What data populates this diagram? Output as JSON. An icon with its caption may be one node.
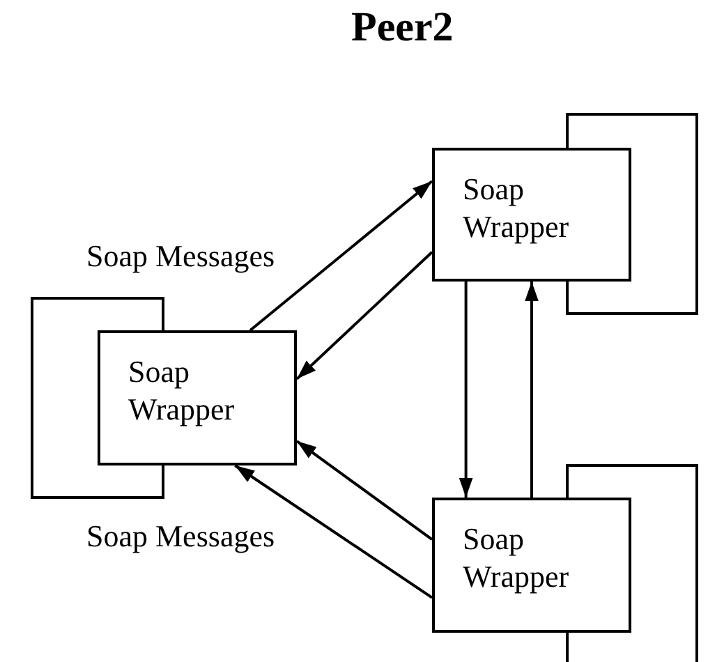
{
  "diagram": {
    "title": "Peer2",
    "nodes": [
      {
        "text": [],
        "shape": "box"
      },
      {
        "text": [
          "Soap Wrapper"
        ]
      },
      {
        "text": [],
        "shape": "box"
      },
      {
        "text": [
          "Soap Wrapper"
        ]
      },
      {
        "text": [],
        "shape": "box"
      },
      {
        "text": [
          "Soap Wrapper"
        ]
      }
    ],
    "edges": [
      {
        "from": 3,
        "to": 1,
        "arrow": "to"
      },
      {
        "from": 1,
        "to": 3,
        "arrow": "to"
      },
      {
        "from": 1,
        "to": 5,
        "arrow": "to"
      },
      {
        "from": 5,
        "to": 1,
        "arrow": "to"
      },
      {
        "from": 5,
        "to": 3,
        "arrow": "to"
      },
      {
        "from": 5,
        "to": 3,
        "arrow": "to"
      }
    ],
    "labels": [
      "Soap Messages",
      "Soap Messages"
    ]
  }
}
